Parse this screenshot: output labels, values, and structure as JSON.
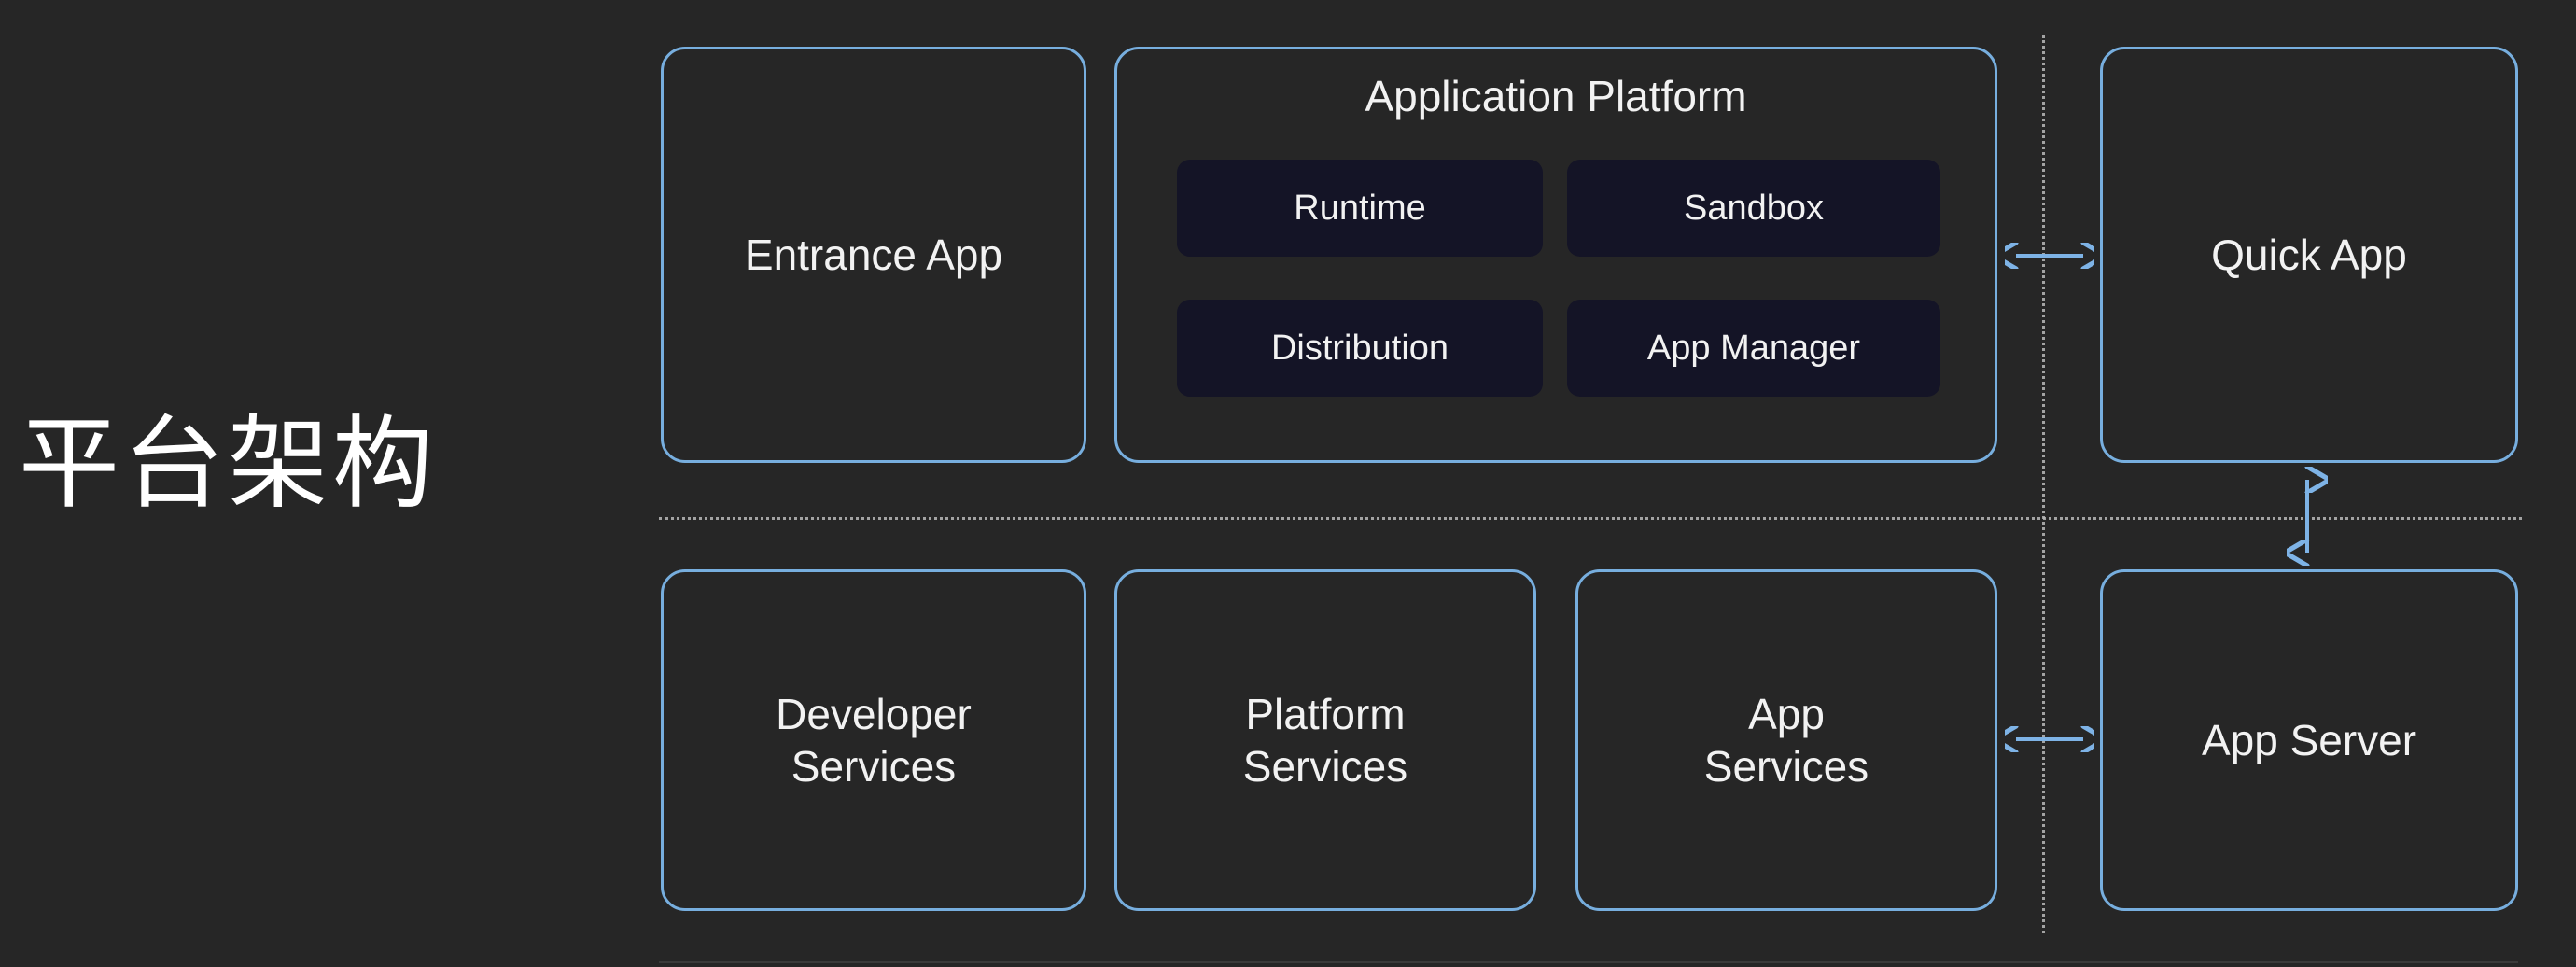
{
  "meta": {
    "background_color": "#262626",
    "card_border_color": "#77aede",
    "chip_fill_color": "#141426",
    "text_color": "#f2f2f2",
    "divider_color": "#b9b9b9",
    "arrow_color": "#7eb3e6"
  },
  "section": {
    "title": "平台架构"
  },
  "diagram": {
    "top_row": {
      "entrance_app": {
        "label": "Entrance App"
      },
      "application_platform": {
        "title": "Application Platform",
        "modules": [
          {
            "label": "Runtime"
          },
          {
            "label": "Sandbox"
          },
          {
            "label": "Distribution"
          },
          {
            "label": "App Manager"
          }
        ]
      },
      "quick_app": {
        "label": "Quick App"
      }
    },
    "bottom_row": {
      "developer_services": {
        "label": "Developer\nServices"
      },
      "platform_services": {
        "label": "Platform\nServices"
      },
      "app_services": {
        "label": "App\nServices"
      },
      "app_server": {
        "label": "App Server"
      }
    },
    "connectors": {
      "top_horizontal_arrow": {
        "icon": "double-arrow-horizontal-icon"
      },
      "bottom_horizontal_arrow": {
        "icon": "double-arrow-horizontal-icon"
      },
      "right_vertical_arrow": {
        "icon": "double-arrow-vertical-icon"
      },
      "horizontal_divider": {
        "icon": "dotted-divider-horizontal-icon"
      },
      "vertical_divider": {
        "icon": "dotted-divider-vertical-icon"
      }
    }
  }
}
